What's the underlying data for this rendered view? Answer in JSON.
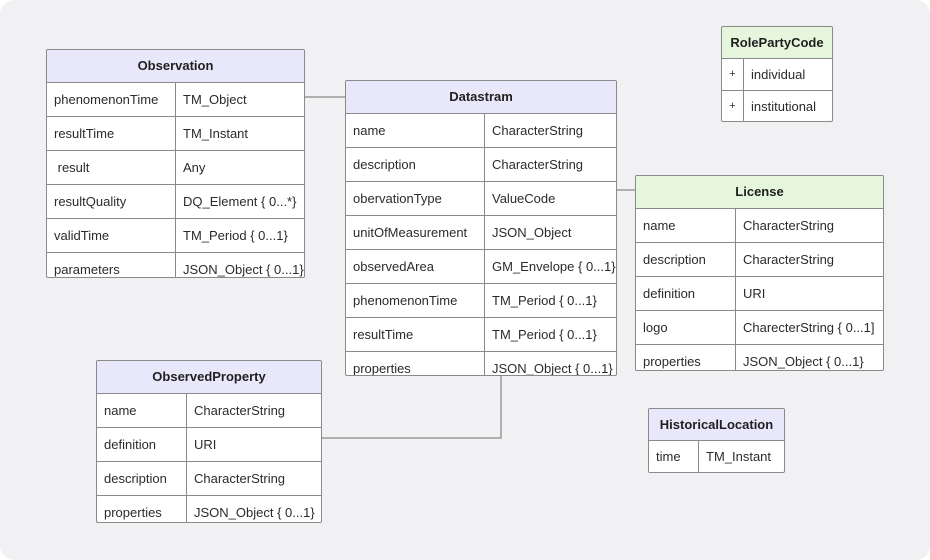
{
  "entities": {
    "observation": {
      "title": "Observation",
      "rows": [
        {
          "name": "phenomenonTime",
          "type": "TM_Object"
        },
        {
          "name": "resultTime",
          "type": "TM_Instant"
        },
        {
          "name": " result",
          "type": "Any"
        },
        {
          "name": "resultQuality",
          "type": "DQ_Element { 0...*}"
        },
        {
          "name": "validTime",
          "type": "TM_Period { 0...1}"
        },
        {
          "name": "parameters",
          "type": "JSON_Object { 0...1}"
        }
      ]
    },
    "datastream": {
      "title": "Datastram",
      "rows": [
        {
          "name": "name",
          "type": "CharacterString"
        },
        {
          "name": "description",
          "type": "CharacterString"
        },
        {
          "name": "obervationType",
          "type": "ValueCode"
        },
        {
          "name": "unitOfMeasurement",
          "type": "JSON_Object"
        },
        {
          "name": "observedArea",
          "type": "GM_Envelope { 0...1}"
        },
        {
          "name": "phenomenonTime",
          "type": "TM_Period { 0...1}"
        },
        {
          "name": "resultTime",
          "type": "TM_Period { 0...1}"
        },
        {
          "name": "properties",
          "type": "JSON_Object { 0...1}"
        }
      ]
    },
    "license": {
      "title": "License",
      "rows": [
        {
          "name": "name",
          "type": "CharacterString"
        },
        {
          "name": "description",
          "type": "CharacterString"
        },
        {
          "name": "definition",
          "type": "URI"
        },
        {
          "name": "logo",
          "type": "CharecterString { 0...1]"
        },
        {
          "name": "properties",
          "type": "JSON_Object { 0...1}"
        }
      ]
    },
    "observed_property": {
      "title": "ObservedProperty",
      "rows": [
        {
          "name": "name",
          "type": "CharacterString"
        },
        {
          "name": "definition",
          "type": "URI"
        },
        {
          "name": "description",
          "type": "CharacterString"
        },
        {
          "name": "properties",
          "type": "JSON_Object { 0...1}"
        }
      ]
    },
    "role_party_code": {
      "title": "RolePartyCode",
      "rows": [
        {
          "mark": "+",
          "value": "individual"
        },
        {
          "mark": "+",
          "value": "institutional"
        }
      ]
    },
    "historical_location": {
      "title": "HistoricalLocation",
      "rows": [
        {
          "name": "time",
          "type": "TM_Instant"
        }
      ]
    }
  },
  "colors": {
    "background": "#f1f1f4",
    "header_blue": "#e9e8fb",
    "header_green": "#e6f6dc",
    "border": "#8a8a8a",
    "connector": "#6e6e6e"
  }
}
